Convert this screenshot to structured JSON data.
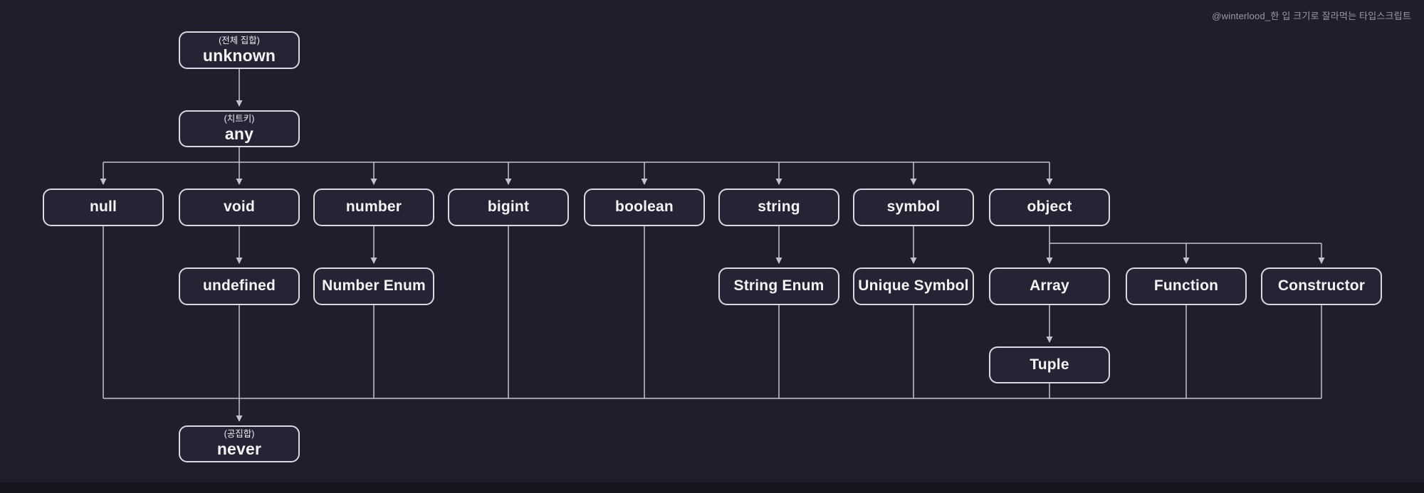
{
  "watermark": "@winterlood_한 입 크기로 잘라먹는 타입스크립트",
  "colors": {
    "background": "#201e2c",
    "node_fill": "#262434",
    "node_border": "#d9d9e1",
    "connector": "#c3c3cf",
    "label_text": "#f4f4f7",
    "watermark_text": "#9a9aa6"
  },
  "nodes": {
    "unknown": {
      "annotation": "(전체 집합)",
      "label": "unknown"
    },
    "any": {
      "annotation": "(치트키)",
      "label": "any"
    },
    "null": {
      "label": "null"
    },
    "void": {
      "label": "void"
    },
    "number": {
      "label": "number"
    },
    "bigint": {
      "label": "bigint"
    },
    "boolean": {
      "label": "boolean"
    },
    "string": {
      "label": "string"
    },
    "symbol": {
      "label": "symbol"
    },
    "object": {
      "label": "object"
    },
    "undefined": {
      "label": "undefined"
    },
    "number_enum": {
      "label": "Number Enum"
    },
    "string_enum": {
      "label": "String Enum"
    },
    "unique_symbol": {
      "label": "Unique Symbol"
    },
    "array": {
      "label": "Array"
    },
    "function": {
      "label": "Function"
    },
    "constructor_node": {
      "label": "Constructor"
    },
    "tuple": {
      "label": "Tuple"
    },
    "never": {
      "annotation": "(공집합)",
      "label": "never"
    }
  },
  "edges": [
    {
      "from": "unknown",
      "to": "any"
    },
    {
      "from": "any",
      "to": "null"
    },
    {
      "from": "any",
      "to": "void"
    },
    {
      "from": "any",
      "to": "number"
    },
    {
      "from": "any",
      "to": "bigint"
    },
    {
      "from": "any",
      "to": "boolean"
    },
    {
      "from": "any",
      "to": "string"
    },
    {
      "from": "any",
      "to": "symbol"
    },
    {
      "from": "any",
      "to": "object"
    },
    {
      "from": "void",
      "to": "undefined"
    },
    {
      "from": "number",
      "to": "number_enum"
    },
    {
      "from": "string",
      "to": "string_enum"
    },
    {
      "from": "symbol",
      "to": "unique_symbol"
    },
    {
      "from": "object",
      "to": "array"
    },
    {
      "from": "object",
      "to": "function"
    },
    {
      "from": "object",
      "to": "constructor_node"
    },
    {
      "from": "array",
      "to": "tuple"
    },
    {
      "from": "null",
      "to": "never"
    },
    {
      "from": "undefined",
      "to": "never"
    },
    {
      "from": "number_enum",
      "to": "never"
    },
    {
      "from": "bigint",
      "to": "never"
    },
    {
      "from": "boolean",
      "to": "never"
    },
    {
      "from": "string_enum",
      "to": "never"
    },
    {
      "from": "unique_symbol",
      "to": "never"
    },
    {
      "from": "tuple",
      "to": "never"
    },
    {
      "from": "function",
      "to": "never"
    },
    {
      "from": "constructor_node",
      "to": "never"
    }
  ]
}
